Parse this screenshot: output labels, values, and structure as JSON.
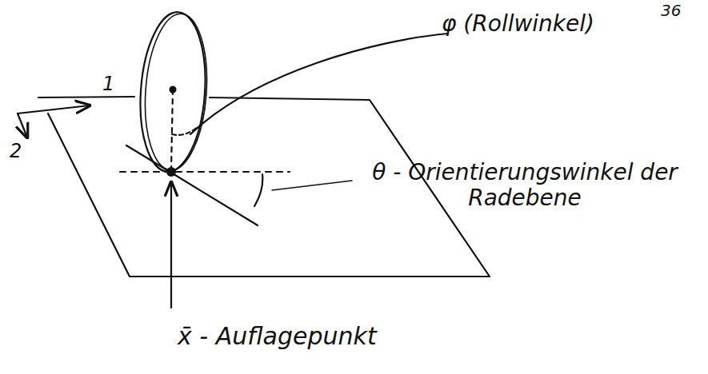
{
  "diagram": {
    "labels": [
      "36",
      "φ (Rollwinkel)",
      "1",
      "2",
      "θ - Orientierungswinkel der Radebene",
      "x̄ - Auflagepunkt"
    ]
  }
}
